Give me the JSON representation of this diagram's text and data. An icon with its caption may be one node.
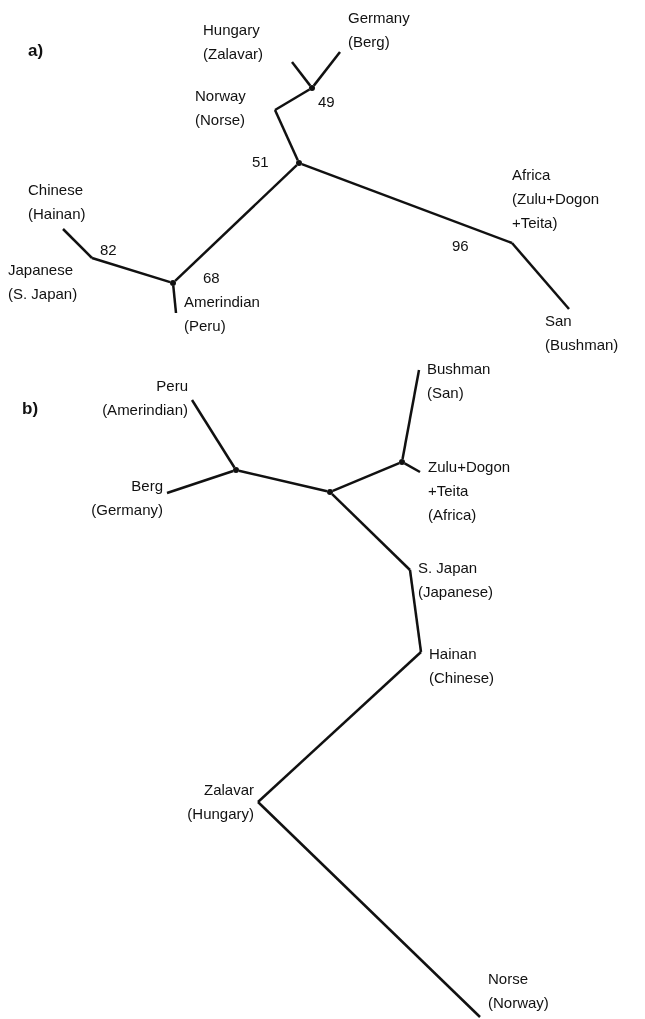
{
  "diagram": {
    "nodes": [
      {
        "text": [
          "Hungary",
          "(Zalavar)"
        ]
      },
      {
        "text": [
          "Germany",
          "(Berg)"
        ]
      },
      {
        "text": [],
        "shape": "point"
      },
      {
        "text": [
          "Norway",
          "(Norse)"
        ]
      },
      {
        "text": [],
        "shape": "point"
      },
      {
        "text": [
          "Chinese",
          "(Hainan)"
        ]
      },
      {
        "text": [
          "Africa",
          "(Zulu+Dogon +Teita)"
        ]
      },
      {
        "text": [
          "Japanese",
          "(S. Japan)"
        ]
      },
      {
        "text": [],
        "shape": "point"
      },
      {
        "text": [
          "Amerindian",
          "(Peru)"
        ]
      },
      {
        "text": [
          "San",
          "(Bushman)"
        ]
      },
      {
        "text": [
          "Bushman",
          "(San)"
        ]
      },
      {
        "text": [
          "Peru",
          "(Amerindian)"
        ]
      },
      {
        "text": [],
        "shape": "point"
      },
      {
        "text": [
          "Berg",
          "(Germany)"
        ]
      },
      {
        "text": [],
        "shape": "point"
      },
      {
        "text": [],
        "shape": "point"
      },
      {
        "text": [
          "Zulu+Dogon +Teita",
          "(Africa)"
        ]
      },
      {
        "text": [
          "S. Japan",
          "(Japanese)"
        ]
      },
      {
        "text": [
          "Hainan",
          "(Chinese)"
        ]
      },
      {
        "text": [
          "Zalavar",
          "(Hungary)"
        ]
      },
      {
        "text": [
          "Norse",
          "(Norway)"
        ]
      }
    ],
    "edges": [
      {
        "from": 2,
        "to": 0,
        "arrow": "none"
      },
      {
        "from": 2,
        "to": 1,
        "arrow": "none"
      },
      {
        "from": 3,
        "to": 2,
        "arrow": "none"
      },
      {
        "from": 4,
        "to": 3,
        "arrow": "none"
      },
      {
        "from": 4,
        "to": 6,
        "arrow": "none"
      },
      {
        "from": 6,
        "to": 10,
        "arrow": "none"
      },
      {
        "from": 4,
        "to": 8,
        "arrow": "none"
      },
      {
        "from": 8,
        "to": 9,
        "arrow": "none"
      },
      {
        "from": 8,
        "to": 7,
        "arrow": "none"
      },
      {
        "from": 7,
        "to": 5,
        "arrow": "none"
      },
      {
        "from": 13,
        "to": 12,
        "arrow": "none"
      },
      {
        "from": 13,
        "to": 14,
        "arrow": "none"
      },
      {
        "from": 15,
        "to": 13,
        "arrow": "none"
      },
      {
        "from": 15,
        "to": 16,
        "arrow": "none"
      },
      {
        "from": 16,
        "to": 11,
        "arrow": "none"
      },
      {
        "from": 16,
        "to": 17,
        "arrow": "none"
      },
      {
        "from": 15,
        "to": 18,
        "arrow": "none"
      },
      {
        "from": 18,
        "to": 19,
        "arrow": "none"
      },
      {
        "from": 19,
        "to": 20,
        "arrow": "none"
      },
      {
        "from": 20,
        "to": 21,
        "arrow": "none"
      }
    ],
    "labels": [
      "a)",
      "49",
      "51",
      "96",
      "82",
      "68",
      "b)"
    ]
  }
}
